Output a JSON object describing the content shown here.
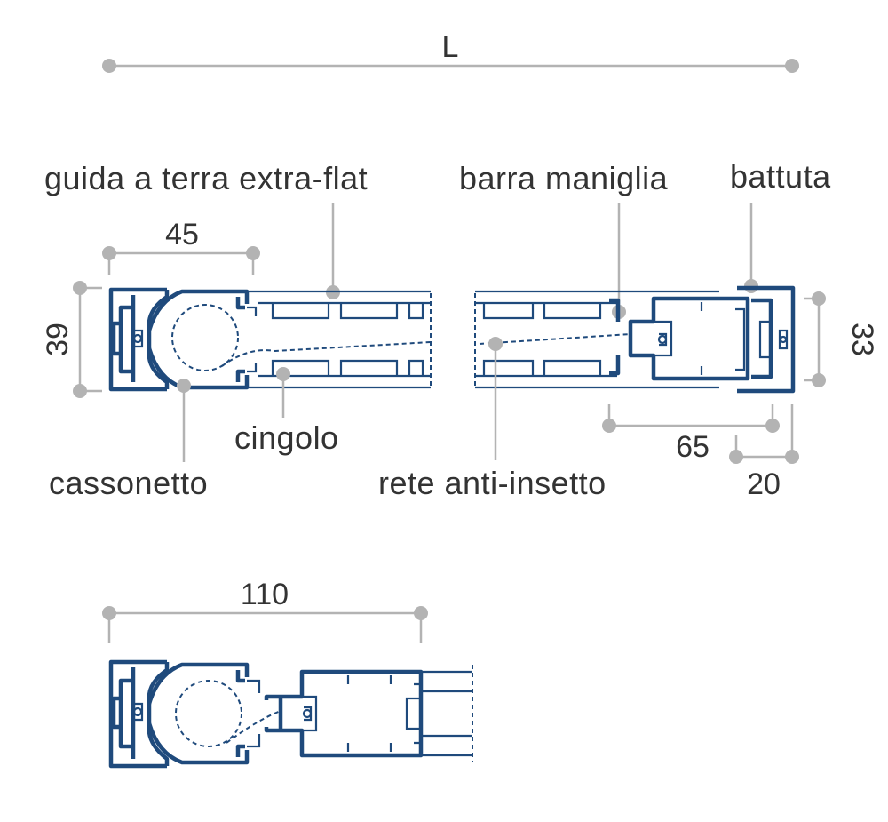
{
  "colors": {
    "profile": "#1f4a7c",
    "dimension": "#b3b3b3",
    "text": "#333333"
  },
  "dimensions": {
    "overall_length": "L",
    "cassonetto_width": "45",
    "cassonetto_height": "39",
    "battuta_height": "33",
    "handle_offset": "65",
    "battuta_width": "20",
    "closed_width": "110"
  },
  "labels": {
    "guida": "guida a terra extra-flat",
    "barra": "barra maniglia",
    "battuta": "battuta",
    "cingolo": "cingolo",
    "cassonetto": "cassonetto",
    "rete": "rete anti-insetto"
  }
}
